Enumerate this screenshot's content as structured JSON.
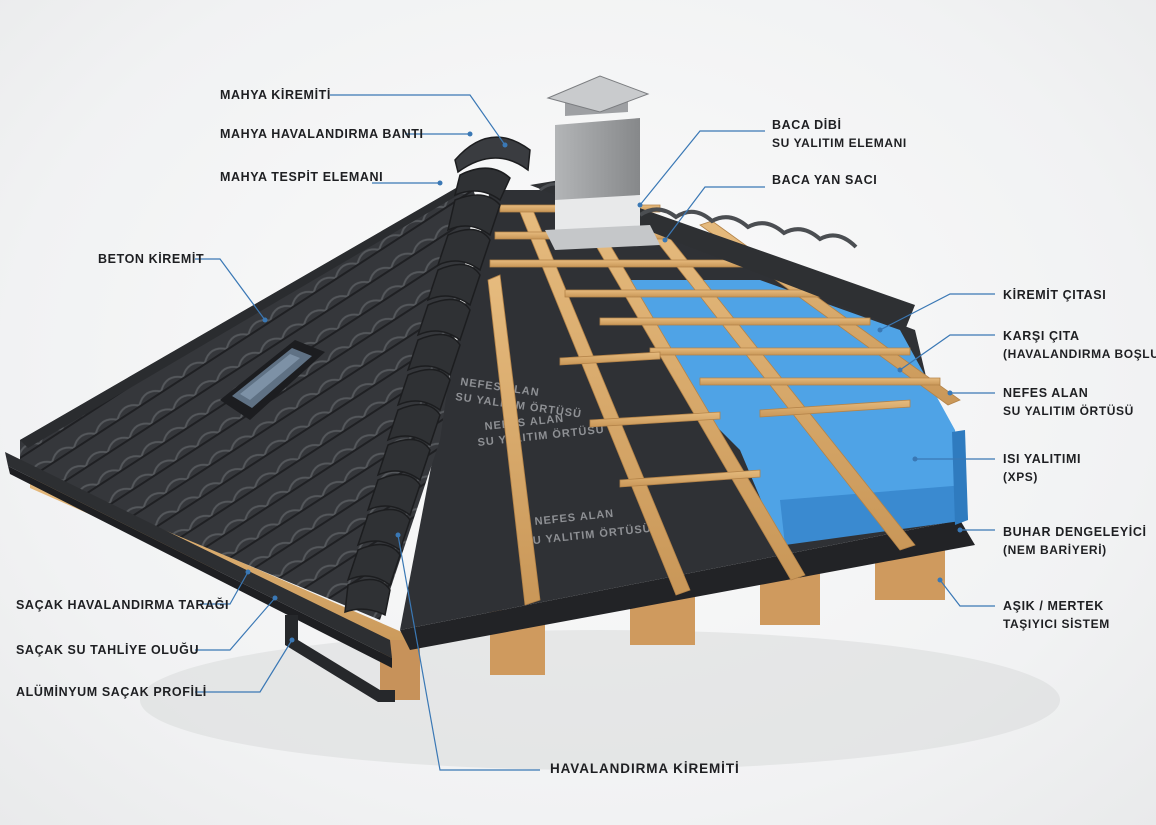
{
  "colors": {
    "leader": "#3a78b5",
    "tile": "#3b3d41",
    "tile_dark": "#26282b",
    "batten": "#d9aa6b",
    "membrane": "#2f3135",
    "insulation": "#4fa3e6",
    "chimney": "#9fa1a3"
  },
  "membrane_print": {
    "line1": "NEFES ALAN",
    "line2": "SU YALITIM ÖRTÜSÜ"
  },
  "labels": {
    "mahya_kiremiti": "MAHYA KİREMİTİ",
    "mahya_bant": "MAHYA HAVALANDIRMA BANTI",
    "mahya_tespit": "MAHYA TESPİT ELEMANI",
    "beton_kiremit": "BETON KİREMİT",
    "sacak_taragi": "SAÇAK HAVALANDIRMA TARAĞI",
    "sacak_olugu": "SAÇAK SU TAHLİYE OLUĞU",
    "aluminyum_profil": "ALÜMİNYUM SAÇAK PROFİLİ",
    "havalandirma_kiremiti": "HAVALANDIRMA KİREMİTİ",
    "baca_dibi_1": "BACA DİBİ",
    "baca_dibi_2": "SU YALITIM ELEMANI",
    "baca_yan_saci": "BACA YAN SACI",
    "kiremit_citasi": "KİREMİT ÇITASI",
    "karsi_cita_1": "KARŞI ÇITA",
    "karsi_cita_2": "(HAVALANDIRMA BOŞLUĞU)",
    "nefes_alan_1": "NEFES ALAN",
    "nefes_alan_2": "SU YALITIM ÖRTÜSÜ",
    "isi_yalitimi_1": "ISI YALITIMI",
    "isi_yalitimi_2": "(XPS)",
    "buhar_1": "BUHAR DENGELEYİCİ",
    "buhar_2": "(NEM BARİYERİ)",
    "asik_1": "AŞIK / MERTEK",
    "asik_2": "TAŞIYICI SİSTEM"
  }
}
